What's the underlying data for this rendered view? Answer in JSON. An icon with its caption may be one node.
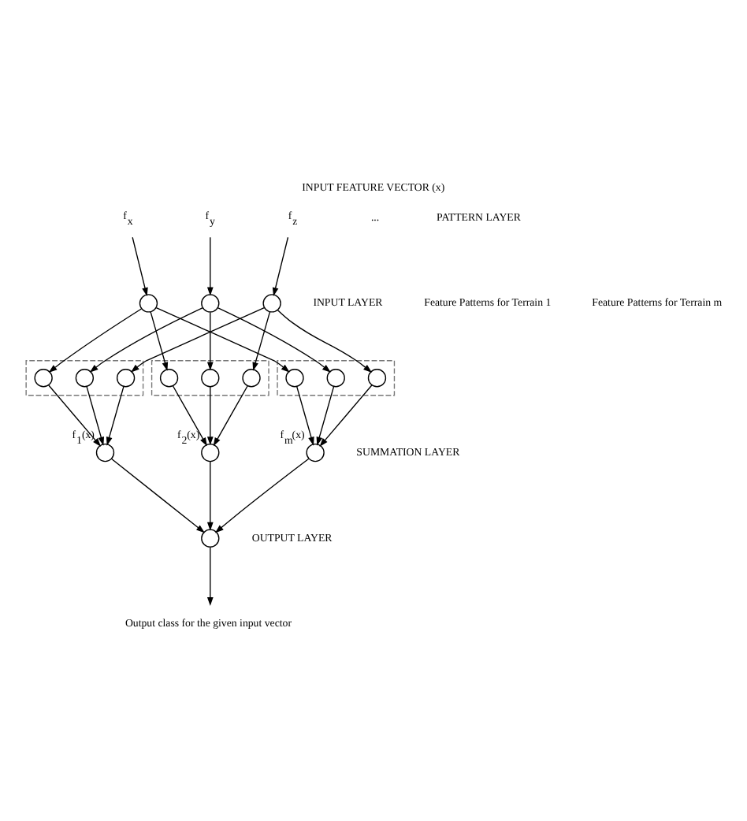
{
  "diagram": {
    "title": "INPUT FEATURE VECTOR (x)",
    "nodes": [
      {
        "text": [
          "f$_{x}$"
        ]
      },
      {
        "text": [
          "f$_{y}$"
        ]
      },
      {
        "text": [
          "f$_{z}$"
        ]
      },
      {
        "text": [],
        "shape": "circle"
      },
      {
        "text": [],
        "shape": "circle"
      },
      {
        "text": [],
        "shape": "circle"
      },
      {
        "text": [],
        "shape": "box"
      },
      {
        "text": [],
        "shape": "circle",
        "in": 6
      },
      {
        "text": [],
        "shape": "circle",
        "in": 6
      },
      {
        "text": [],
        "shape": "circle",
        "in": 6
      },
      {
        "text": [],
        "shape": "box"
      },
      {
        "text": [],
        "shape": "circle",
        "in": 10
      },
      {
        "text": [],
        "shape": "circle",
        "in": 10
      },
      {
        "text": [],
        "shape": "circle",
        "in": 10
      },
      {
        "text": [],
        "shape": "box"
      },
      {
        "text": [],
        "shape": "circle",
        "in": 14
      },
      {
        "text": [],
        "shape": "circle",
        "in": 14
      },
      {
        "text": [],
        "shape": "circle",
        "in": 14
      },
      {
        "text": [],
        "shape": "circle",
        "beside": [
          "f$_{1}$(x)"
        ]
      },
      {
        "text": [],
        "shape": "circle",
        "beside": [
          "f$_{2}$(x)"
        ]
      },
      {
        "text": [],
        "shape": "circle",
        "beside": [
          "f$_{m}$(x)"
        ]
      },
      {
        "text": [],
        "shape": "circle"
      },
      {
        "text": [
          "Output class for the given input vector"
        ]
      }
    ],
    "edges": [
      {
        "from": 0,
        "to": 3,
        "arrow": "to"
      },
      {
        "from": 1,
        "to": 4,
        "arrow": "to"
      },
      {
        "from": 2,
        "to": 5,
        "arrow": "to"
      },
      {
        "from": 3,
        "to": 7,
        "arrow": "to"
      },
      {
        "from": 4,
        "to": 8,
        "arrow": "to"
      },
      {
        "from": 5,
        "to": 9,
        "arrow": "to"
      },
      {
        "from": 3,
        "to": 11,
        "arrow": "to"
      },
      {
        "from": 4,
        "to": 12,
        "arrow": "to"
      },
      {
        "from": 5,
        "to": 13,
        "arrow": "to"
      },
      {
        "from": 3,
        "to": 15,
        "arrow": "to"
      },
      {
        "from": 4,
        "to": 16,
        "arrow": "to"
      },
      {
        "from": 5,
        "to": 17,
        "arrow": "to"
      },
      {
        "from": 7,
        "to": 18,
        "arrow": "to"
      },
      {
        "from": 8,
        "to": 18,
        "arrow": "to"
      },
      {
        "from": 9,
        "to": 18,
        "arrow": "to"
      },
      {
        "from": 11,
        "to": 19,
        "arrow": "to"
      },
      {
        "from": 12,
        "to": 19,
        "arrow": "to"
      },
      {
        "from": 13,
        "to": 19,
        "arrow": "to"
      },
      {
        "from": 15,
        "to": 20,
        "arrow": "to"
      },
      {
        "from": 16,
        "to": 20,
        "arrow": "to"
      },
      {
        "from": 17,
        "to": 20,
        "arrow": "to"
      },
      {
        "from": 18,
        "to": 21,
        "arrow": "to"
      },
      {
        "from": 19,
        "to": 21,
        "arrow": "to"
      },
      {
        "from": 20,
        "to": 21,
        "arrow": "to"
      },
      {
        "from": 21,
        "to": 22,
        "arrow": "to"
      }
    ],
    "labels": [
      "INPUT LAYER",
      "Feature Patterns for Terrain 1",
      "Feature Patterns for Terrain m",
      "...",
      "PATTERN LAYER",
      "SUMMATION LAYER",
      "OUTPUT LAYER"
    ]
  }
}
